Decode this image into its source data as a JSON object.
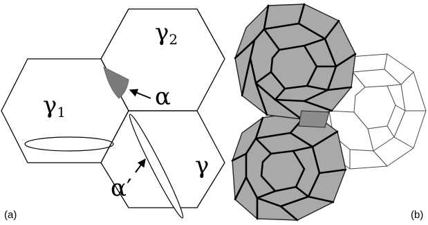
{
  "panel_a": {
    "tag": "(a)",
    "grain_1": {
      "symbol": "γ",
      "subscript": "1"
    },
    "grain_2": {
      "symbol": "γ",
      "subscript": "2"
    },
    "grain_3": {
      "symbol": "γ"
    },
    "precipitate_corner": {
      "symbol": "α"
    },
    "precipitate_edge": {
      "symbol": "α′"
    }
  },
  "panel_b": {
    "tag": "(b)"
  },
  "colors": {
    "ink": "#000000",
    "precipitate_fill": "#7a7a7a",
    "grain_shade": "#a9a9a9"
  }
}
